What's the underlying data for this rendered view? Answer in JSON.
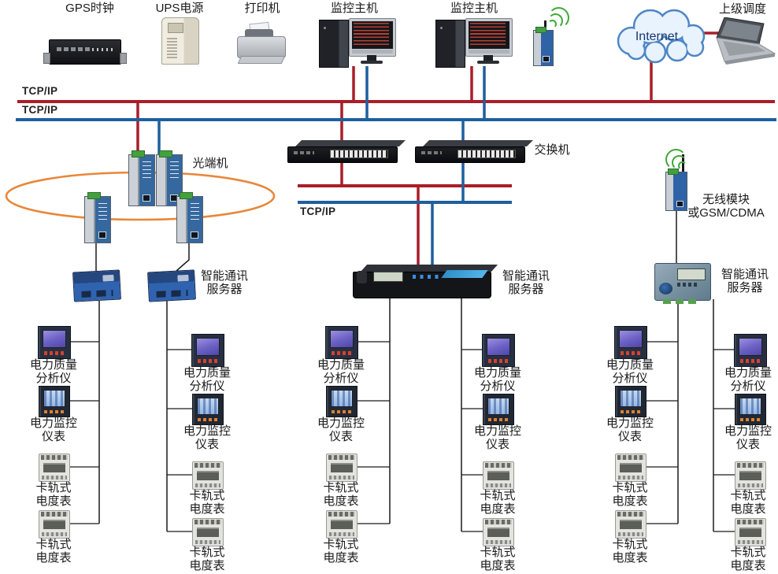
{
  "diagram": {
    "top": {
      "gps": "GPS时钟",
      "ups": "UPS电源",
      "printer": "打印机",
      "host1": "监控主机",
      "host2": "监控主机",
      "internet": "Internet",
      "dispatch": "上级调度"
    },
    "bus": {
      "tcpip_red": "TCP/IP",
      "tcpip_blue": "TCP/IP",
      "tcpip_mid": "TCP/IP"
    },
    "mid": {
      "optical": "光端机",
      "switch": "交换机",
      "wireless1": "无线模块",
      "wireless2": "或GSM/CDMA",
      "server1": "智能通讯",
      "server2": "服务器"
    },
    "meters": {
      "analyzer1": "电力质量",
      "analyzer2": "分析仪",
      "monitor1": "电力监控",
      "monitor2": "仪表",
      "rail1": "卡轨式",
      "rail2": "电度表"
    },
    "colors": {
      "bus_red": "#a81e28",
      "bus_blue": "#1e5f9e",
      "ring_orange": "#e8873a",
      "wifi_green": "#3fa838"
    }
  }
}
